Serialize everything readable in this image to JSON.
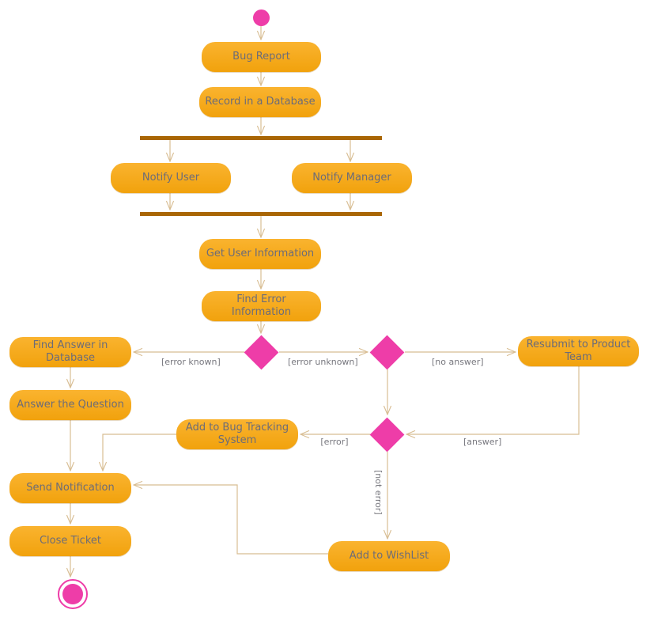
{
  "diagram": {
    "type": "uml-activity-diagram",
    "colors": {
      "activity_fill": "#F9A70D",
      "activity_text": "#6C6C78",
      "connector": "#D8BD92",
      "edge_label_text": "#77777E",
      "fork_join_bar": "#A96604",
      "decision_fill": "#EE3DA8",
      "background": "#FFFFFF"
    },
    "nodes": {
      "bug_report": "Bug Report",
      "record_in_database": "Record in a Database",
      "notify_user": "Notify User",
      "notify_manager": "Notify Manager",
      "get_user_information": "Get User Information",
      "find_error_information": "Find Error Information",
      "find_answer_in_database": "Find Answer in Database",
      "answer_the_question": "Answer the Question",
      "resubmit_to_product_team": "Resubmit to Product Team",
      "add_to_bug_tracking_system": "Add to Bug Tracking System",
      "send_notification": "Send Notification",
      "close_ticket": "Close Ticket",
      "add_to_wishlist": "Add to WishList"
    },
    "edge_labels": {
      "error_known": "[error known]",
      "error_unknown": "[error unknown]",
      "no_answer": "[no answer]",
      "answer": "[answer]",
      "error": "[error]",
      "not_error": "[not error]"
    }
  }
}
